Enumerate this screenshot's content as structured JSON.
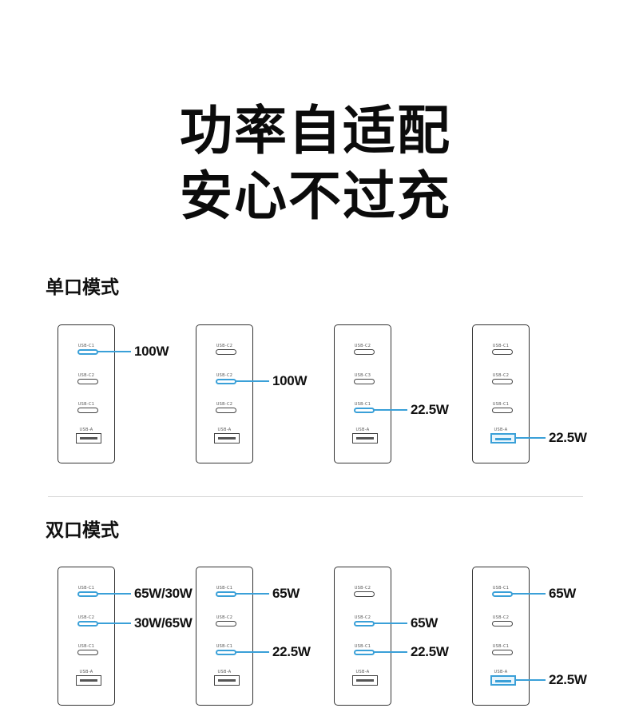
{
  "headline": {
    "line1": "功率自适配",
    "line2": "安心不过充"
  },
  "single_mode": {
    "title": "单口模式",
    "chargers": [
      {
        "labels": [
          "USB-C1",
          "USB-C2",
          "USB-C1",
          "USB-A"
        ],
        "active": [
          0
        ],
        "powers": [
          "100W"
        ]
      },
      {
        "labels": [
          "USB-C2",
          "USB-C2",
          "USB-C2",
          "USB-A"
        ],
        "active": [
          1
        ],
        "powers": [
          "100W"
        ]
      },
      {
        "labels": [
          "USB-C2",
          "USB-C3",
          "USB-C1",
          "USB-A"
        ],
        "active": [
          2
        ],
        "powers": [
          "22.5W"
        ]
      },
      {
        "labels": [
          "USB-C1",
          "USB-C2",
          "USB-C1",
          "USB-A"
        ],
        "active": [
          3
        ],
        "powers": [
          "22.5W"
        ]
      }
    ]
  },
  "dual_mode": {
    "title": "双口模式",
    "chargers": [
      {
        "labels": [
          "USB-C1",
          "USB-C2",
          "USB-C1",
          "USB-A"
        ],
        "active": [
          0,
          1
        ],
        "powers": [
          "65W/30W",
          "30W/65W"
        ]
      },
      {
        "labels": [
          "USB-C1",
          "USB-C2",
          "USB-C1",
          "USB-A"
        ],
        "active": [
          0,
          2
        ],
        "powers": [
          "65W",
          "22.5W"
        ]
      },
      {
        "labels": [
          "USB-C2",
          "USB-C2",
          "USB-C1",
          "USB-A"
        ],
        "active": [
          1,
          2
        ],
        "powers": [
          "65W",
          "22.5W"
        ]
      },
      {
        "labels": [
          "USB-C1",
          "USB-C2",
          "USB-C1",
          "USB-A"
        ],
        "active": [
          0,
          3
        ],
        "powers": [
          "65W",
          "22.5W"
        ]
      }
    ]
  },
  "colors": {
    "accent": "#3aa0d8",
    "text": "#111111",
    "outline": "#333333"
  }
}
